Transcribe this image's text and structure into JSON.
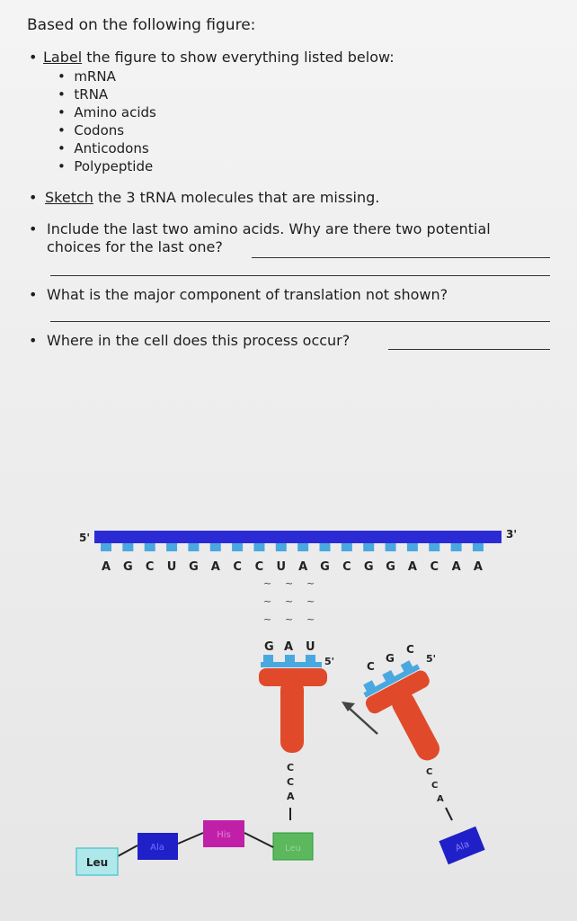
{
  "heading": "Based on the following figure:",
  "q1": {
    "verb": "Label",
    "rest": " the figure to show everything listed below:"
  },
  "items": [
    "mRNA",
    "tRNA",
    "Amino acids",
    "Codons",
    "Anticodons",
    "Polypeptide"
  ],
  "q2": {
    "verb": "Sketch",
    "rest": " the 3 tRNA molecules that are missing."
  },
  "q3": {
    "line1": "Include the last two amino acids. Why are there two potential",
    "line2": "choices for the last one?"
  },
  "q4": "What is the major component of translation not shown?",
  "q5": "Where in the cell does this process occur?",
  "figure": {
    "five_prime": "5'",
    "three_prime": "3'",
    "mrna_sequence": [
      "A",
      "G",
      "C",
      "U",
      "G",
      "A",
      "C",
      "C",
      "U",
      "A",
      "G",
      "C",
      "G",
      "G",
      "A",
      "C",
      "A",
      "A"
    ],
    "trna1": {
      "anticodon": [
        "G",
        "A",
        "U"
      ],
      "prime": "5'",
      "acceptor": [
        "C",
        "C",
        "A"
      ],
      "amino_acid": "Leu"
    },
    "trna2": {
      "anticodon": [
        "C",
        "G",
        "C"
      ],
      "prime": "5'",
      "acceptor": [
        "C",
        "C",
        "A"
      ],
      "amino_acid": "Ala"
    },
    "chain": [
      "Leu",
      "Ala",
      "His"
    ],
    "colors": {
      "mrna": "#2b2bd6",
      "trna": "#e04a2a",
      "leu": "#5cb85c",
      "ala": "#2020c8",
      "his": "#c020a8",
      "base": "#4aa8e0"
    }
  }
}
